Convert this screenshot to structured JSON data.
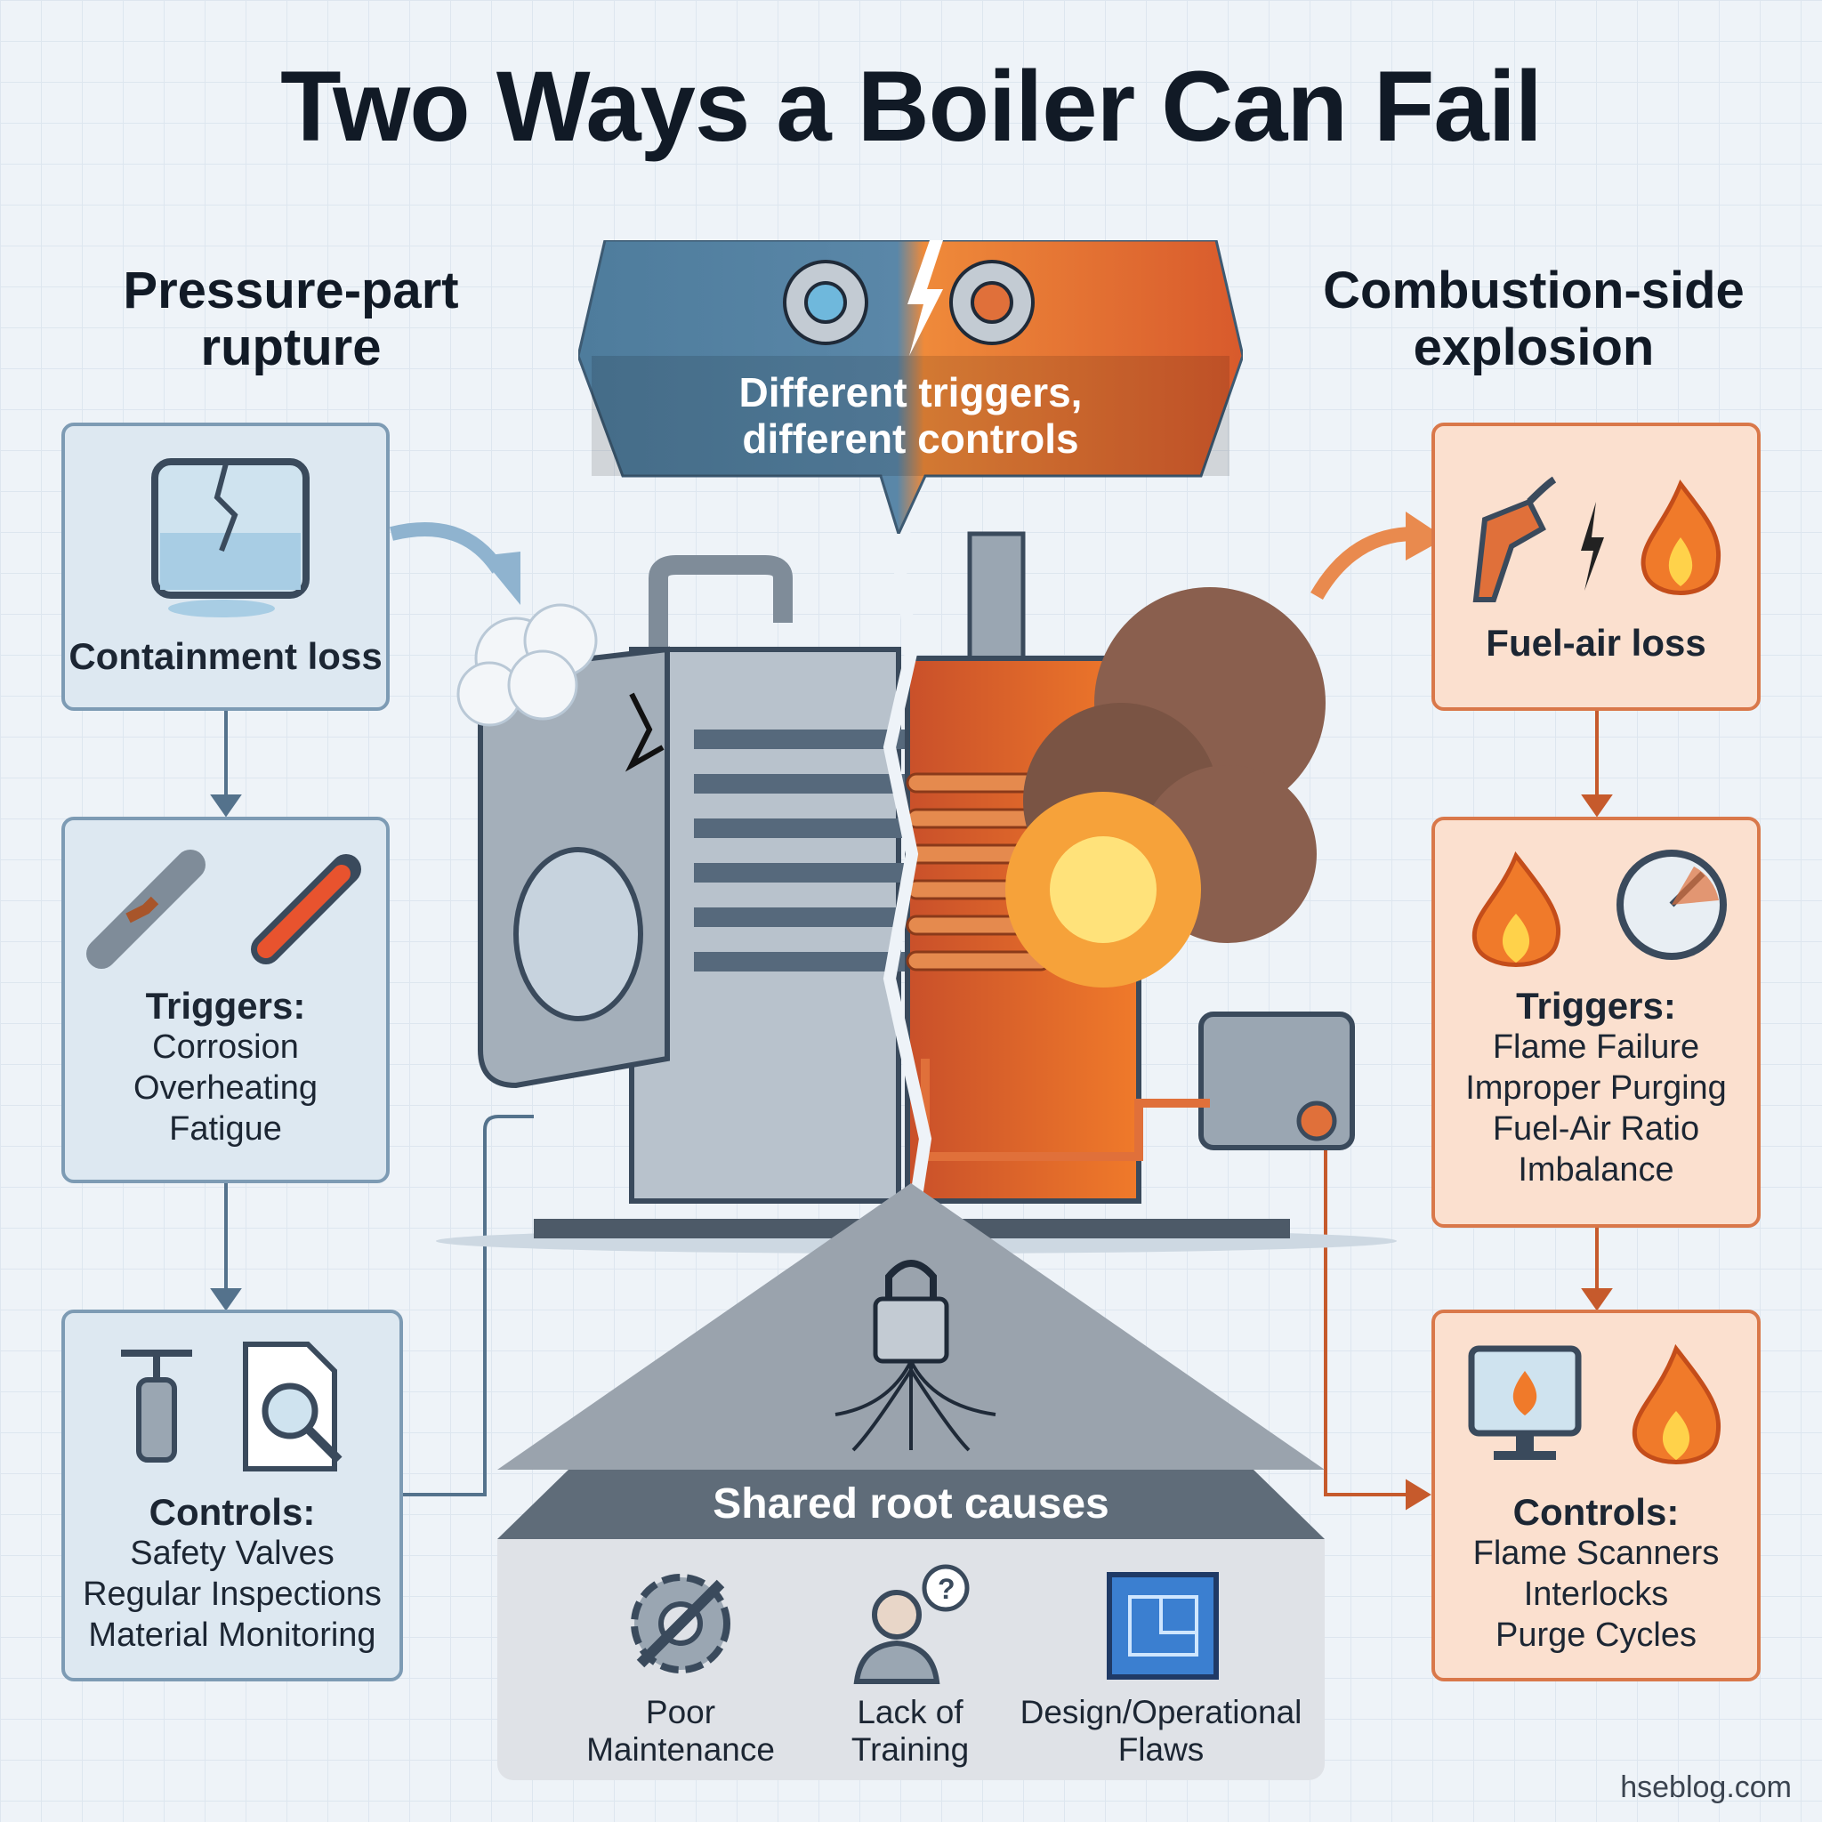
{
  "title": "Two Ways a Boiler Can Fail",
  "left": {
    "heading_line1": "Pressure-part",
    "heading_line2": "rupture",
    "box1": {
      "label": "Containment loss"
    },
    "box2": {
      "title": "Triggers:",
      "items": [
        "Corrosion",
        "Overheating",
        "Fatigue"
      ]
    },
    "box3": {
      "title": "Controls:",
      "items": [
        "Safety Valves",
        "Regular Inspections",
        "Material Monitoring"
      ]
    }
  },
  "right": {
    "heading_line1": "Combustion-side",
    "heading_line2": "explosion",
    "box1": {
      "label": "Fuel-air loss"
    },
    "box2": {
      "title": "Triggers:",
      "items": [
        "Flame Failure",
        "Improper Purging",
        "Fuel-Air Ratio",
        "Imbalance"
      ]
    },
    "box3": {
      "title": "Controls:",
      "items": [
        "Flame Scanners",
        "Interlocks",
        "Purge Cycles"
      ]
    }
  },
  "center": {
    "line1": "Different triggers,",
    "line2": "different controls"
  },
  "shared": {
    "heading": "Shared root causes",
    "causes": [
      {
        "l1": "Poor",
        "l2": "Maintenance"
      },
      {
        "l1": "Lack of",
        "l2": "Training"
      },
      {
        "l1": "Design/Operational",
        "l2": "Flaws"
      }
    ]
  },
  "brand": "hseblog.com",
  "colors": {
    "blue": "#5f8fb0",
    "orange": "#e0703a",
    "dark": "#111a26"
  }
}
